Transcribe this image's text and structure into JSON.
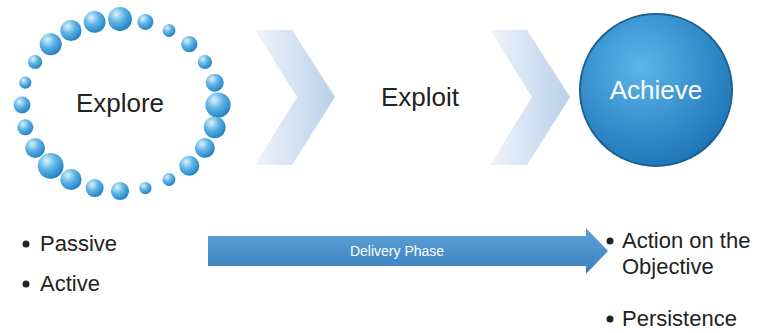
{
  "diagram": {
    "nodes": [
      {
        "text": [
          "Explore"
        ]
      },
      {
        "text": [
          "Achieve"
        ]
      },
      {
        "text": [
          "Delivery Phase"
        ]
      }
    ],
    "labels": [
      "Exploit",
      "Passive",
      "Active",
      "Action on the Objective",
      "Persistence"
    ]
  }
}
